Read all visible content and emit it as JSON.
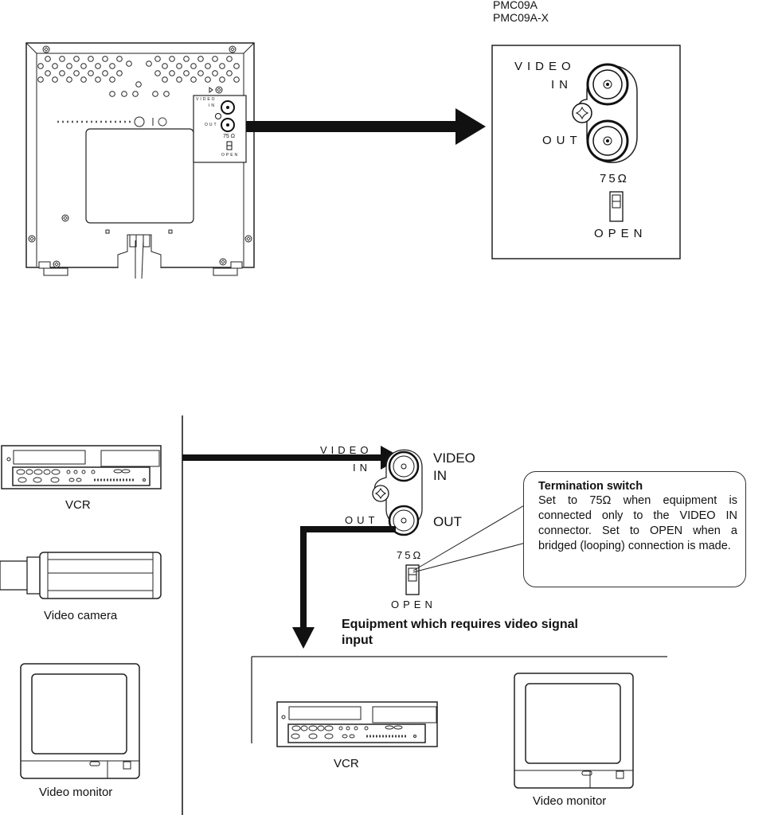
{
  "model_labels": [
    "PMC09A",
    "PMC09A-X"
  ],
  "rear_panel_detail": {
    "video_label": "VIDEO",
    "in_label": "IN",
    "out_label": "OUT",
    "ohm_label": "75Ω",
    "open_label": "OPEN"
  },
  "rear_panel_small": {
    "video_label": "VIDEO",
    "in_label": "IN",
    "out_label": "OUT",
    "ohm_label": "75 Ω",
    "open_label": "OPEN"
  },
  "connection": {
    "video_label": "VIDEO",
    "in_label": "IN",
    "out_label": "OUT",
    "ohm_label": "75Ω",
    "open_label": "OPEN",
    "video_in_caption_1": "VIDEO",
    "video_in_caption_2": "IN",
    "out_caption": "OUT"
  },
  "sources": [
    {
      "label": "VCR"
    },
    {
      "label": "Video camera"
    },
    {
      "label": "Video monitor"
    }
  ],
  "callout": {
    "title": "Termination switch",
    "body": "Set to 75Ω when equipment is connected only to the VIDEO IN connector. Set to OPEN when a bridged (looping) connection is made."
  },
  "equipment": {
    "heading": "Equipment which requires video signal input",
    "items": [
      {
        "label": "VCR"
      },
      {
        "label": "Video monitor"
      }
    ]
  }
}
